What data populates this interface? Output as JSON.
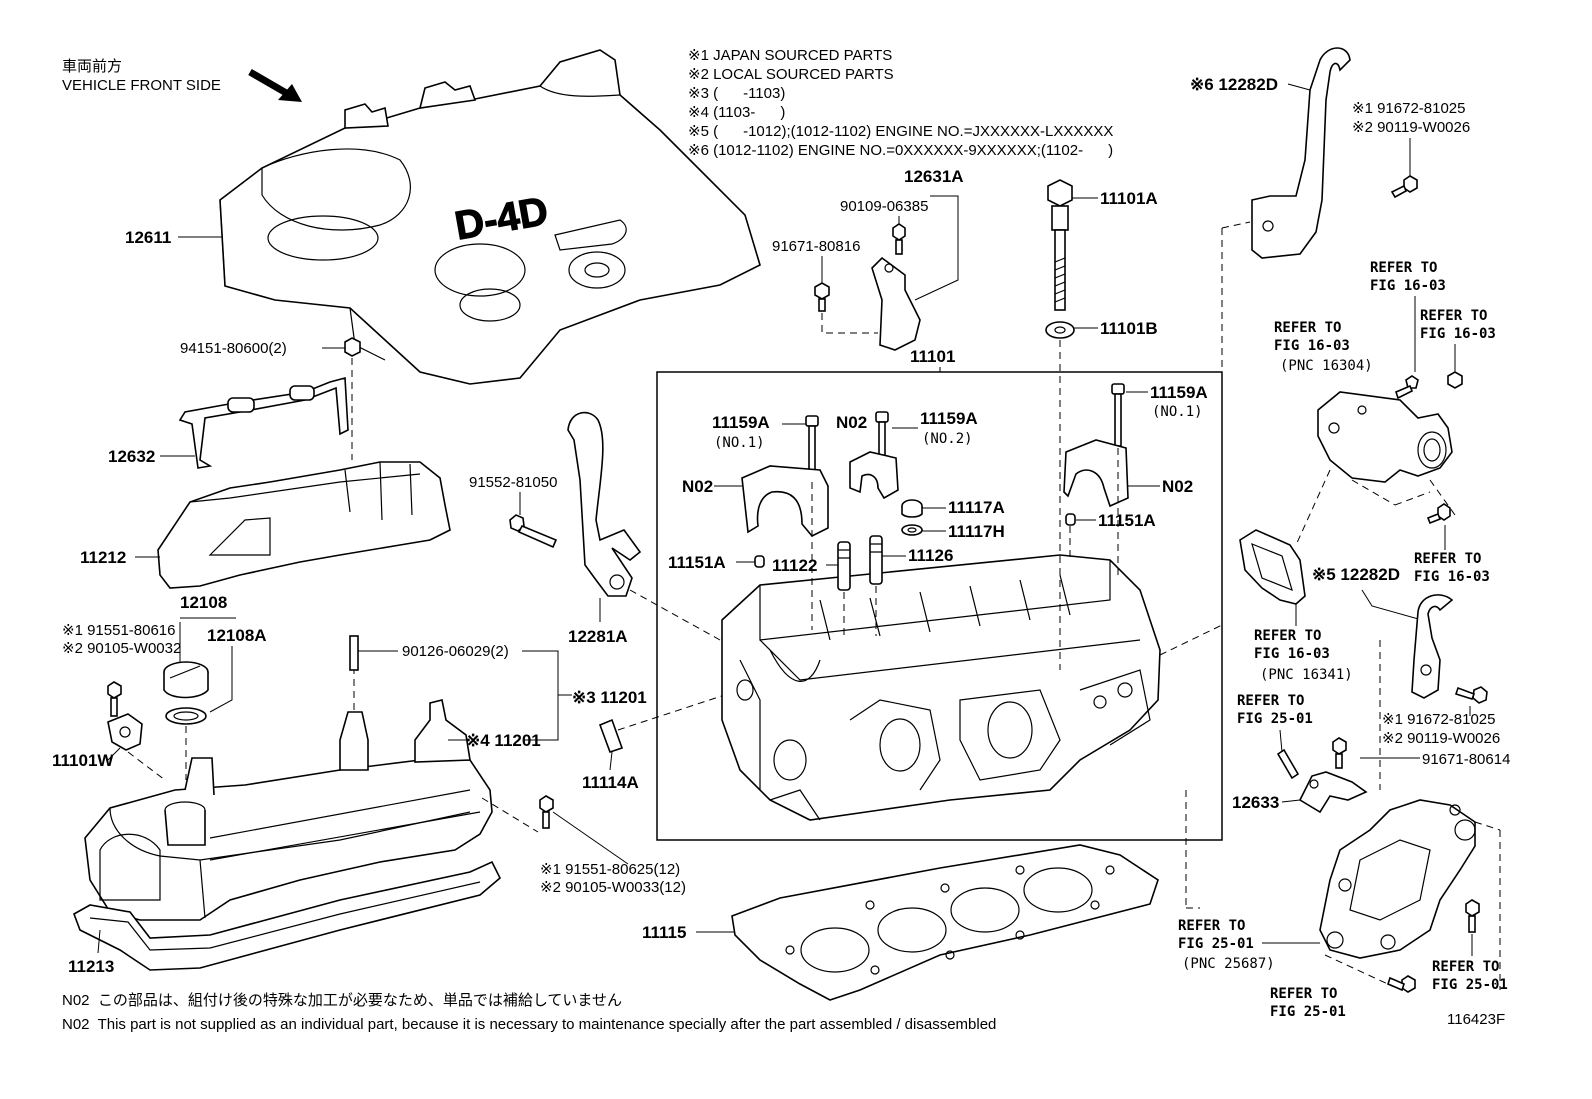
{
  "header": {
    "front_jp": "車両前方",
    "front_en": "VEHICLE FRONT SIDE"
  },
  "legend": [
    "※1 JAPAN SOURCED PARTS",
    "※2 LOCAL SOURCED PARTS",
    "※3 (      -1103)",
    "※4 (1103-      )",
    "※5 (      -1012);(1012-1102) ENGINE NO.=JXXXXXX-LXXXXXX",
    "※6 (1012-1102) ENGINE NO.=0XXXXXX-9XXXXXX;(1102-      )"
  ],
  "cover_logo": "D-4D",
  "labels": {
    "p12611": "12611",
    "p94151": "94151-80600(2)",
    "p12632": "12632",
    "p11212": "11212",
    "p12108": "12108",
    "p12108A": "12108A",
    "p91551_80616": "※1 91551-80616",
    "p90105_W0032": "※2 90105-W0032",
    "p11101W": "11101W",
    "p11213": "11213",
    "p90126": "90126-06029(2)",
    "p11201_3": "※3 11201",
    "p11201_4": "※4 11201",
    "p91551_80625": "※1 91551-80625(12)",
    "p90105_W0033": "※2 90105-W0033(12)",
    "p91552": "91552-81050",
    "p12281A": "12281A",
    "p11114A": "11114A",
    "p11115": "11115",
    "p12631A": "12631A",
    "p90109": "90109-06385",
    "p91671_80816": "91671-80816",
    "p11101A": "11101A",
    "p11101B": "11101B",
    "p11101": "11101",
    "p11159A_1": "11159A",
    "p11159A_1_sub": "(NO.1)",
    "pN02_a": "N02",
    "p11159A_2": "11159A",
    "p11159A_2_sub": "(NO.2)",
    "pN02_b": "N02",
    "p11117A": "11117A",
    "p11117H": "11117H",
    "p11151A_a": "11151A",
    "p11122": "11122",
    "p11126": "11126",
    "p11159A_3": "11159A",
    "p11159A_3_sub": "(NO.1)",
    "pN02_c": "N02",
    "p11151A_b": "11151A",
    "p12282D_6": "※6 12282D",
    "p91672_81025_a": "※1 91672-81025",
    "p90119_W0026_a": "※2 90119-W0026",
    "ref_16_03_a1": "REFER TO",
    "ref_16_03_a2": "FIG 16-03",
    "ref_16_03_b1": "REFER TO",
    "ref_16_03_b2": "FIG 16-03",
    "ref_16304_1": "REFER TO",
    "ref_16304_2": "FIG 16-03",
    "ref_16304_3": "(PNC 16304)",
    "ref_16_03_c1": "REFER TO",
    "ref_16_03_c2": "FIG 16-03",
    "p12282D_5": "※5 12282D",
    "ref_16341_1": "REFER TO",
    "ref_16341_2": "FIG 16-03",
    "ref_16341_3": "(PNC 16341)",
    "ref_25_01_a1": "REFER TO",
    "ref_25_01_a2": "FIG 25-01",
    "p91672_81025_b": "※1 91672-81025",
    "p90119_W0026_b": "※2 90119-W0026",
    "p91671_80614": "91671-80614",
    "p12633": "12633",
    "ref_25687_1": "REFER TO",
    "ref_25687_2": "FIG 25-01",
    "ref_25687_3": "(PNC 25687)",
    "ref_25_01_b1": "REFER TO",
    "ref_25_01_b2": "FIG 25-01",
    "ref_25_01_c1": "REFER TO",
    "ref_25_01_c2": "FIG 25-01"
  },
  "notes": {
    "n02_jp": "N02  この部品は、組付け後の特殊な加工が必要なため、単品では補給していません",
    "n02_en": "N02  This part is not supplied as an individual part, because it is necessary to maintenance specially after the part assembled / disassembled"
  },
  "figure_id": "116423F"
}
